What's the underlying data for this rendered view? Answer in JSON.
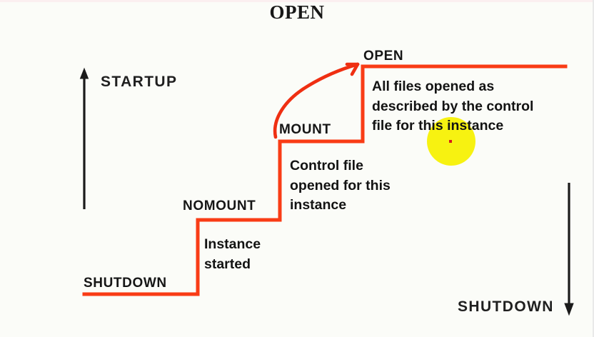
{
  "title": "OPEN",
  "colors": {
    "step_line": "#f93c16",
    "arrow_black": "#1b1b1b",
    "highlight": "#f7f211",
    "highlight_dot": "#d81b1b",
    "background": "#fbfcf8"
  },
  "axes": {
    "startup_label": "STARTUP",
    "shutdown_label": "SHUTDOWN",
    "startup_icon": "up-arrow-icon",
    "shutdown_icon": "down-arrow-icon"
  },
  "steps": [
    {
      "name": "SHUTDOWN",
      "description": ""
    },
    {
      "name": "NOMOUNT",
      "description": "Instance\nstarted"
    },
    {
      "name": "MOUNT",
      "description": "Control file\nopened for this\ninstance"
    },
    {
      "name": "OPEN",
      "description": "All files opened as\ndescribed by the control\nfile for this instance"
    }
  ],
  "annotation": {
    "curved_arrow_icon": "curved-arrow-icon",
    "curved_arrow_from": "MOUNT",
    "curved_arrow_to": "OPEN",
    "highlight_icon": "highlight-blob-icon",
    "highlighted_text": "this instance"
  },
  "chart_data": {
    "type": "line",
    "title": "OPEN",
    "categories": [
      "SHUTDOWN",
      "NOMOUNT",
      "MOUNT",
      "OPEN"
    ],
    "values": [
      0,
      1,
      2,
      3
    ],
    "xlabel": "",
    "ylabel": "",
    "grid": false,
    "legend": "none",
    "annotations": [
      "STARTUP",
      "SHUTDOWN",
      "Instance started",
      "Control file opened for this instance",
      "All files opened as described by the control file for this instance"
    ]
  }
}
